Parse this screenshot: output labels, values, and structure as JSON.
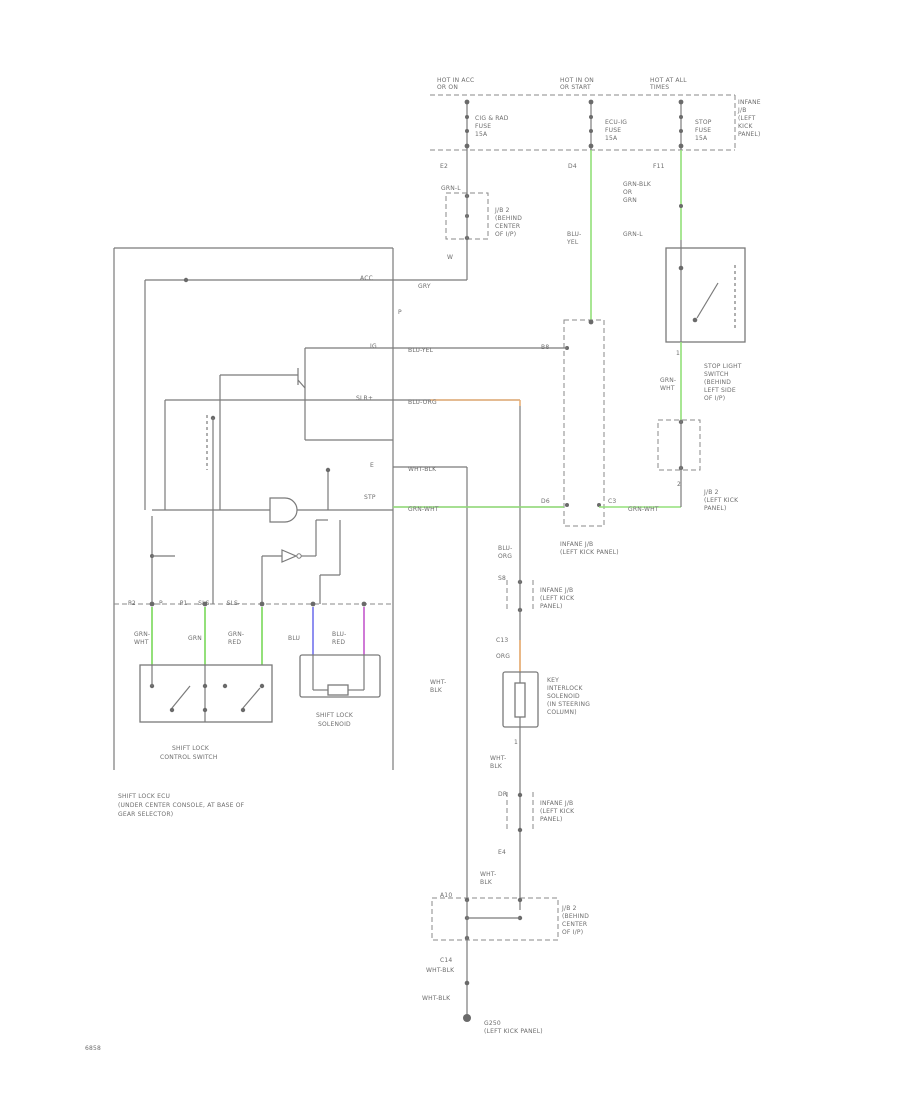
{
  "colors": {
    "green": "#93e07a",
    "orange": "#e7b07a",
    "blue": "#8f8ff0",
    "magenta": "#cf7ad6",
    "wire": "#7a7a7a"
  },
  "labels": {
    "hot_acc": "HOT IN ACC\nOR ON",
    "hot_on": "HOT IN ON\nOR START",
    "hot_all": "HOT AT ALL\nTIMES",
    "dash_lid": "INFANE\nJ/B\n(LEFT\nKICK\nPANEL)",
    "fuse1": "CIG & RAD\nFUSE\n15A",
    "fuse2": "ECU-IG\nFUSE\n15A",
    "fuse3": "STOP\nFUSE\n15A",
    "e2": "E2",
    "d4": "D4",
    "f11": "F11",
    "grn_l": "GRN-L",
    "jb2": "J/B 2\n(BEHIND\nCENTER\nOF I/P)",
    "grn_blk": "GRN-BLK\nOR\nGRN",
    "blu_yel": "BLU-\nYEL",
    "gry": "GRY",
    "ecu_acc": "ACC",
    "ecu_ig": "IG",
    "ecu_stp": "STP",
    "ecu_slrs": "SLR+",
    "ecu_e": "E",
    "ecu_stp2": "STP-",
    "p_pin": "P",
    "stoplight": "STOP LIGHT\nSWITCH\n(BEHIND\nLEFT SIDE\nOF I/P)",
    "grn_wht": "GRN-\nWHT",
    "jb2b": "J/B 2\n(LEFT KICK\nPANEL)",
    "infane_jb_left": "INFANE J/B\n(LEFT KICK PANEL)",
    "blu_org": "BLU-\nORG",
    "infane_jb2": "INFANE J/B\n(LEFT KICK\nPANEL)",
    "c13": "C13",
    "org": "ORG",
    "key_solenoid": "KEY\nINTERLOCK\nSOLENOID\n(IN STEERING\nCOLUMN)",
    "wht_blk": "WHT-\nBLK",
    "infane_jb3": "INFANE J/B\n(LEFT KICK\nPANEL)",
    "e4": "E4",
    "jb2c": "J/B 2\n(BEHIND\nCENTER\nOF I/P)",
    "c14": "C14",
    "wht_blk2": "WHT-BLK",
    "wht_blk3": "WHT-BLK",
    "ground": "G250\n(LEFT KICK PANEL)",
    "shift_lock_control": "SHIFT LOCK\nCONTROL SWITCH",
    "shift_lock_solenoid": "SHIFT LOCK\nSOLENOID",
    "ecu_note": "SHIFT LOCK ECU\n(UNDER CENTER CONSOLE, AT BASE OF\nGEAR SELECTOR)",
    "grn_wht2": "GRN-\nWHT",
    "grn": "GRN",
    "grn_red": "GRN-\nRED",
    "blu": "BLU",
    "blu_red": "BLU-\nRED",
    "page_code": "6858"
  }
}
